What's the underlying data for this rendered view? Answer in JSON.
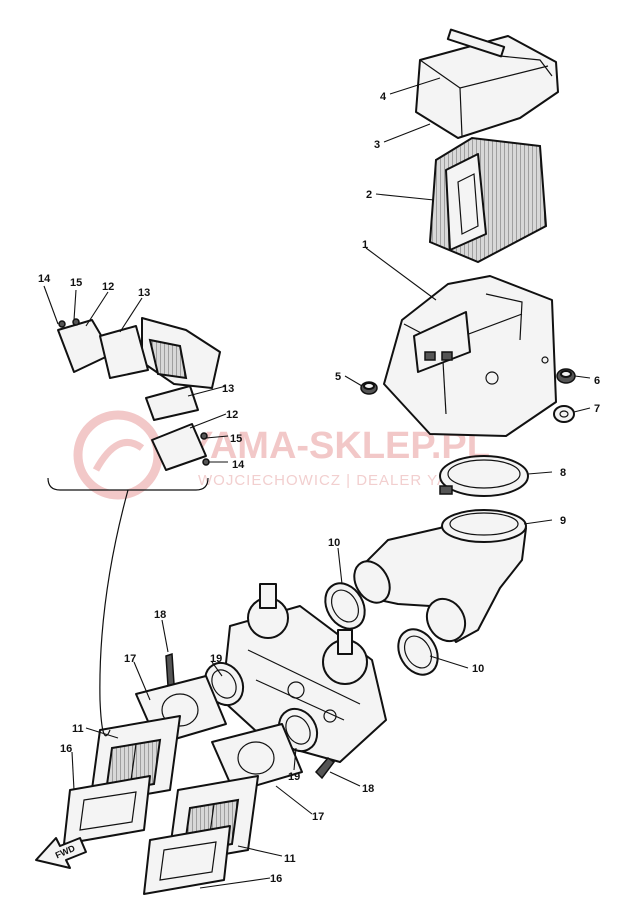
{
  "watermark": {
    "main": "YAMA-SKLEP.PL",
    "sub": "WOJCIECHOWICZ | DEALER YAMAHA"
  },
  "forward_label": "FWD",
  "callouts": {
    "c1": "1",
    "c2": "2",
    "c3": "3",
    "c4": "4",
    "c5": "5",
    "c6": "6",
    "c7": "7",
    "c8": "8",
    "c9": "9",
    "c10a": "10",
    "c10b": "10",
    "c11a": "11",
    "c11b": "11",
    "c12a": "12",
    "c12b": "12",
    "c13a": "13",
    "c13b": "13",
    "c14a": "14",
    "c14b": "14",
    "c15a": "15",
    "c15b": "15",
    "c16a": "16",
    "c16b": "16",
    "c17a": "17",
    "c17b": "17",
    "c18a": "18",
    "c18b": "18",
    "c19a": "19",
    "c19b": "19"
  }
}
